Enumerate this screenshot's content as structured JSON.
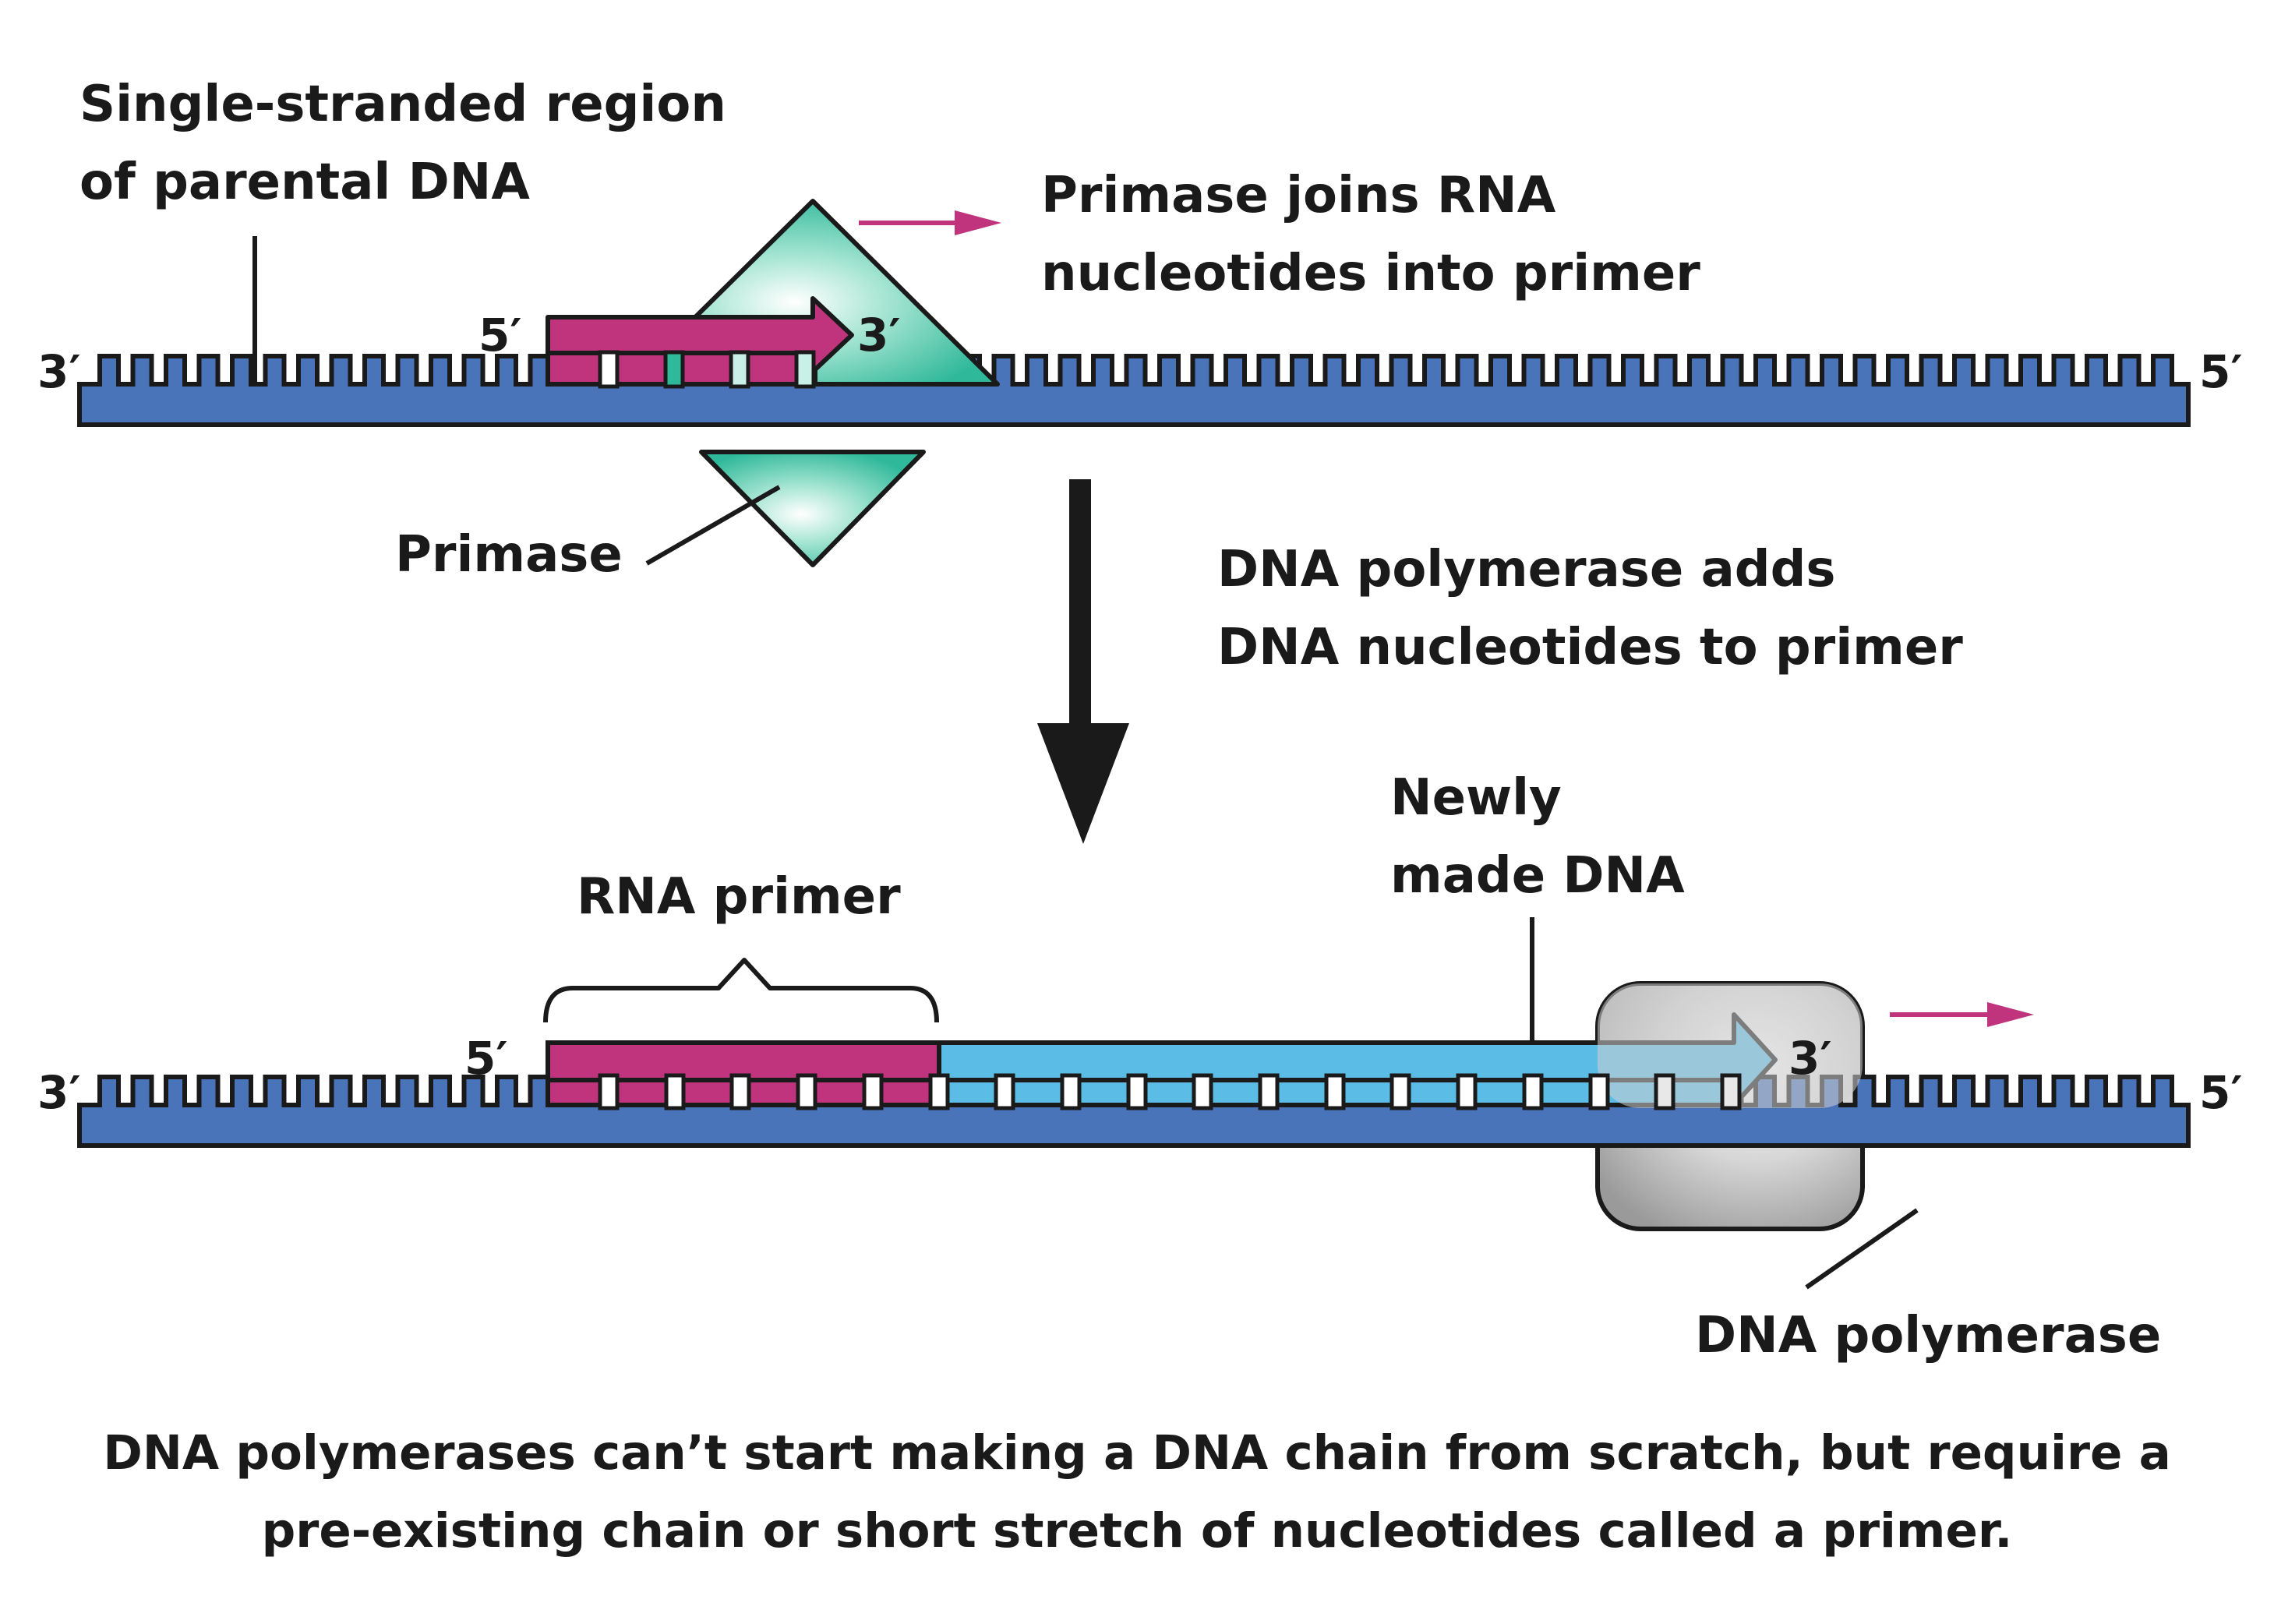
{
  "labels": {
    "single_stranded_line1": "Single-stranded region",
    "single_stranded_line2": "of parental DNA",
    "primase_joins_line1": "Primase joins RNA",
    "primase_joins_line2": "nucleotides into primer",
    "primase": "Primase",
    "polymerase_adds_line1": "DNA polymerase adds",
    "polymerase_adds_line2": "DNA nucleotides to primer",
    "newly_made_line1": "Newly",
    "newly_made_line2": "made DNA",
    "rna_primer": "RNA primer",
    "dna_polymerase": "DNA polymerase",
    "top_strand_left_end": "3′",
    "top_strand_right_end": "5′",
    "top_primer_5_end": "5′",
    "top_primer_3_end": "3′",
    "bottom_strand_left_end": "3′",
    "bottom_strand_right_end": "5′",
    "bottom_primer_5_end": "5′",
    "bottom_new_3_end": "3′"
  },
  "caption": {
    "line1": "DNA polymerases can’t start making a DNA chain from scratch, but require a",
    "line2": "pre-existing chain or short stretch of nucleotides called a primer."
  },
  "colors": {
    "dna_strand": "#4a74b9",
    "rna_primer": "#c0347e",
    "new_dna": "#5bbde6",
    "primase": "#2fb89a",
    "polymerase": "#a8a8a8",
    "direction_arrow": "#c0347e",
    "outline": "#1a1a1a"
  },
  "icons": {
    "process_arrow": "down-arrow-icon",
    "direction_arrows": "right-arrow-icon"
  }
}
